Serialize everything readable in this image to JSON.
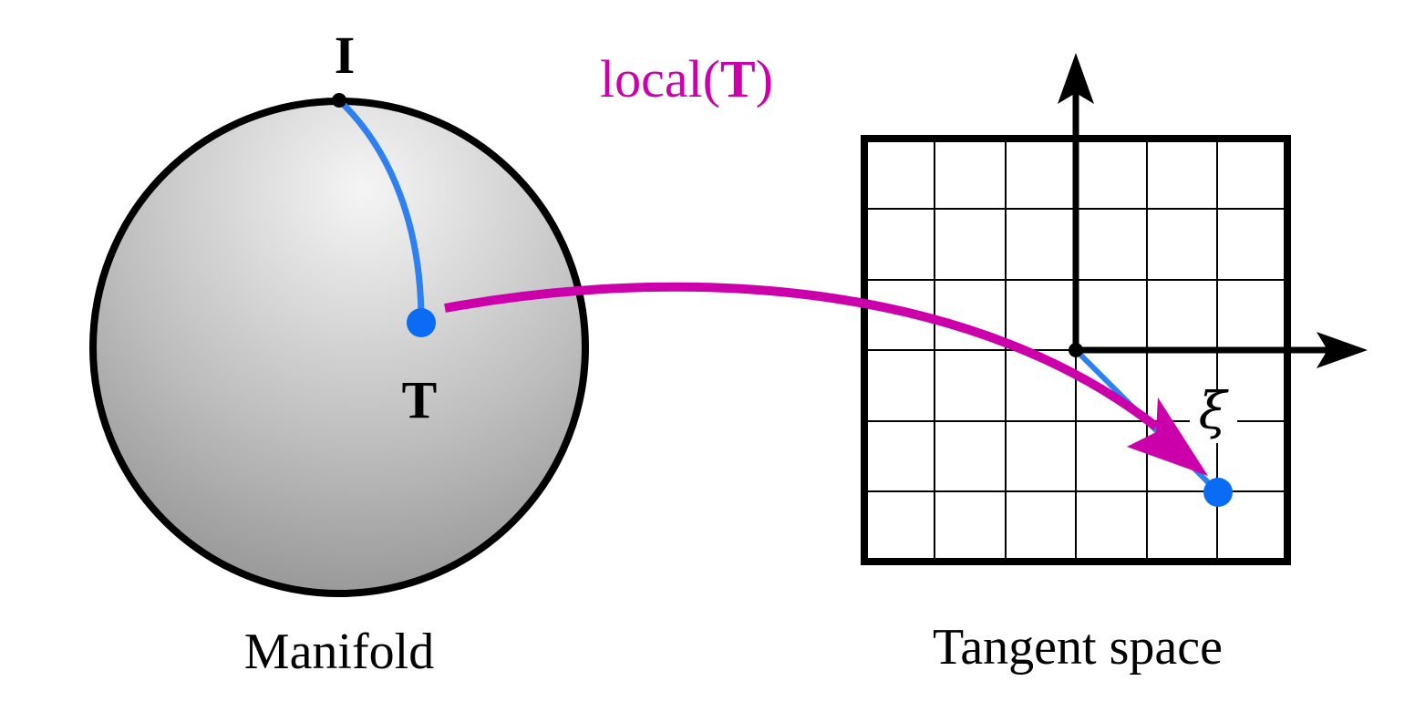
{
  "manifold": {
    "caption": "Manifold",
    "identity_label": "I",
    "point_label": "T"
  },
  "tangent_space": {
    "caption": "Tangent space",
    "vector_label": "ξ",
    "grid_cells": 6
  },
  "mapping": {
    "function_name": "local(",
    "function_arg": "T",
    "function_close": ")"
  },
  "colors": {
    "sphere_highlight": "#f5f5f5",
    "sphere_shadow": "#8a8a8a",
    "outline": "#000000",
    "geodesic": "#2e7ff0",
    "point": "#0a6cf5",
    "map_arrow": "#cc00aa",
    "grid": "#000000"
  }
}
